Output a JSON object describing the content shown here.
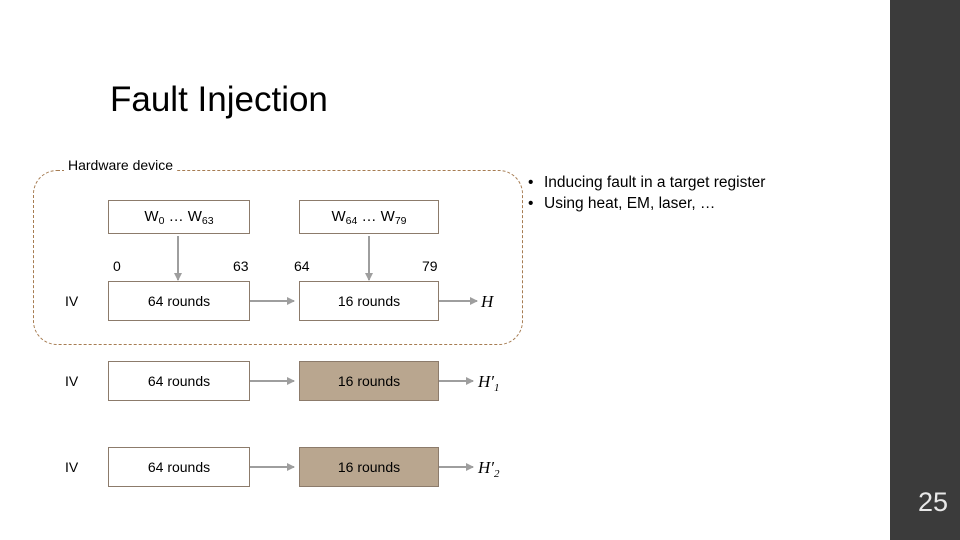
{
  "slide": {
    "title": "Fault Injection",
    "page_number": "25",
    "band_color": "#3b3b3b"
  },
  "hardware_region": {
    "label": "Hardware device",
    "border_color": "#a67c52"
  },
  "bullets": [
    {
      "marker": "•",
      "text": "Inducing fault in a target register"
    },
    {
      "marker": "•",
      "text": "Using heat, EM, laser, …"
    }
  ],
  "schedule": {
    "boxes": [
      {
        "prefix": "W",
        "sub1": "0",
        "mid": " … W",
        "sub2": "63"
      },
      {
        "prefix": "W",
        "sub1": "64",
        "mid": " … W",
        "sub2": "79"
      }
    ],
    "indices": [
      "0",
      "63",
      "64",
      "79"
    ]
  },
  "rows": [
    {
      "iv": "IV",
      "first_stage": "64 rounds",
      "second_stage": "16 rounds",
      "output": "H",
      "output_prime": "",
      "output_sub": "",
      "second_stage_fill": "#ffffff"
    },
    {
      "iv": "IV",
      "first_stage": "64 rounds",
      "second_stage": "16 rounds",
      "output": "H",
      "output_prime": "′",
      "output_sub": "1",
      "second_stage_fill": "#b9a68f"
    },
    {
      "iv": "IV",
      "first_stage": "64 rounds",
      "second_stage": "16 rounds",
      "output": "H",
      "output_prime": "′",
      "output_sub": "2",
      "second_stage_fill": "#b9a68f"
    }
  ]
}
